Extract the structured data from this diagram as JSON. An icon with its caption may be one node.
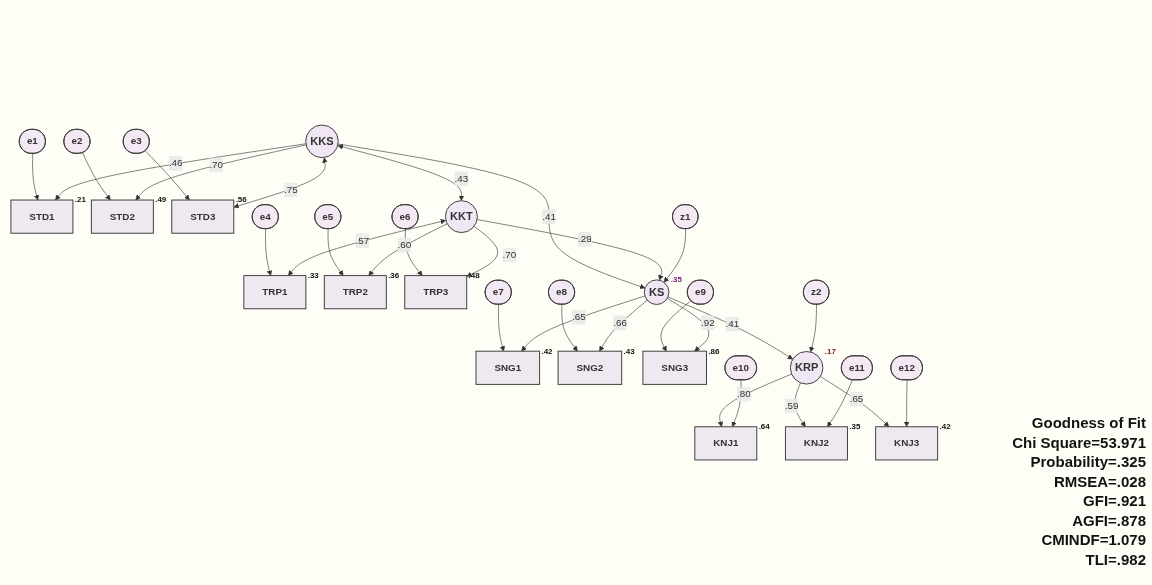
{
  "diagram": {
    "nodes": [
      {
        "text": [
          "e1"
        ]
      },
      {
        "text": [
          "STD1"
        ],
        "beside": [
          ".21"
        ]
      },
      {
        "text": [
          "e2"
        ]
      },
      {
        "text": [
          "STD2"
        ],
        "beside": [
          ".49"
        ]
      },
      {
        "text": [
          "e3"
        ]
      },
      {
        "text": [
          "STD3"
        ],
        "beside": [
          ".56"
        ]
      },
      {
        "text": [
          "KKS"
        ]
      },
      {
        "text": [
          "e4"
        ]
      },
      {
        "text": [
          "TRP1"
        ],
        "beside": [
          ".33"
        ]
      },
      {
        "text": [
          "e5"
        ]
      },
      {
        "text": [
          "TRP2"
        ],
        "beside": [
          ".36"
        ]
      },
      {
        "text": [
          "e6"
        ]
      },
      {
        "text": [
          "TRP3"
        ],
        "beside": [
          ".48"
        ]
      },
      {
        "text": [
          "KKT"
        ]
      },
      {
        "text": [
          "e7"
        ]
      },
      {
        "text": [
          "SNG1"
        ],
        "beside": [
          ".42"
        ]
      },
      {
        "text": [
          "e8"
        ]
      },
      {
        "text": [
          "SNG2"
        ],
        "beside": [
          ".43"
        ]
      },
      {
        "text": [
          "e9"
        ]
      },
      {
        "text": [
          "SNG3"
        ],
        "beside": [
          ".86"
        ]
      },
      {
        "text": [
          "KS"
        ],
        "beside": [
          ".35"
        ]
      },
      {
        "text": [
          "z1"
        ]
      },
      {
        "text": [
          "KRP"
        ],
        "beside": [
          ".17"
        ]
      },
      {
        "text": [
          "z2"
        ]
      },
      {
        "text": [
          "KNJ1"
        ],
        "beside": [
          ".64"
        ]
      },
      {
        "text": [
          "e10"
        ]
      },
      {
        "text": [
          "KNJ2"
        ],
        "beside": [
          ".35"
        ]
      },
      {
        "text": [
          "e11"
        ]
      },
      {
        "text": [
          "KNJ3"
        ],
        "beside": [
          ".42"
        ]
      },
      {
        "text": [
          "e12"
        ]
      }
    ],
    "edges": [
      {
        "from": 0,
        "to": 1,
        "arrow": "to"
      },
      {
        "from": 2,
        "to": 3,
        "arrow": "to"
      },
      {
        "from": 4,
        "to": 5,
        "arrow": "to"
      },
      {
        "from": 6,
        "to": 1,
        "arrow": "to",
        "label": ".46"
      },
      {
        "from": 6,
        "to": 3,
        "arrow": "to",
        "label": ".70"
      },
      {
        "from": 6,
        "to": 5,
        "arrow": "both",
        "label": ".75"
      },
      {
        "from": 7,
        "to": 8,
        "arrow": "to"
      },
      {
        "from": 9,
        "to": 10,
        "arrow": "to"
      },
      {
        "from": 11,
        "to": 12,
        "arrow": "to"
      },
      {
        "from": 13,
        "to": 8,
        "arrow": "both",
        "label": ".57"
      },
      {
        "from": 13,
        "to": 10,
        "arrow": "to",
        "label": ".60"
      },
      {
        "from": 13,
        "to": 12,
        "arrow": "to",
        "label": ".70"
      },
      {
        "from": 6,
        "to": 13,
        "arrow": "both",
        "label": ".43"
      },
      {
        "from": 6,
        "to": 20,
        "arrow": "to",
        "label": ".41"
      },
      {
        "from": 13,
        "to": 20,
        "arrow": "to",
        "label": ".29"
      },
      {
        "from": 14,
        "to": 15,
        "arrow": "to"
      },
      {
        "from": 16,
        "to": 17,
        "arrow": "to"
      },
      {
        "from": 18,
        "to": 19,
        "arrow": "to"
      },
      {
        "from": 20,
        "to": 15,
        "arrow": "to",
        "label": ".65"
      },
      {
        "from": 20,
        "to": 17,
        "arrow": "to",
        "label": ".66"
      },
      {
        "from": 20,
        "to": 19,
        "arrow": "to",
        "label": ".92"
      },
      {
        "from": 21,
        "to": 20,
        "arrow": "to"
      },
      {
        "from": 20,
        "to": 22,
        "arrow": "to",
        "label": ".41"
      },
      {
        "from": 23,
        "to": 22,
        "arrow": "to"
      },
      {
        "from": 22,
        "to": 24,
        "arrow": "to",
        "label": ".80"
      },
      {
        "from": 22,
        "to": 26,
        "arrow": "to",
        "label": ".59"
      },
      {
        "from": 22,
        "to": 28,
        "arrow": "to",
        "label": ".65"
      },
      {
        "from": 25,
        "to": 24,
        "arrow": "to"
      },
      {
        "from": 27,
        "to": 26,
        "arrow": "to"
      },
      {
        "from": 29,
        "to": 28,
        "arrow": "to"
      }
    ],
    "labels": [
      "Goodness of Fit",
      "Chi Square=53.971",
      "Probability=.325",
      "RMSEA=.028",
      "GFI=.921",
      "AGFI=.878",
      "CMINDF=1.079",
      "TLI=.982"
    ]
  }
}
